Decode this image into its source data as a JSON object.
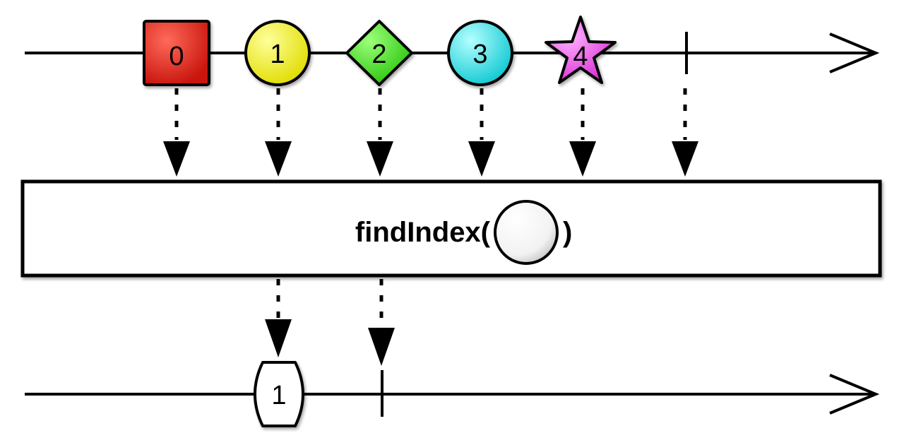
{
  "input_stream": {
    "items": [
      {
        "label": "0",
        "shape": "square",
        "color": "#e8271c"
      },
      {
        "label": "1",
        "shape": "circle",
        "color": "#f5f21c"
      },
      {
        "label": "2",
        "shape": "diamond",
        "color": "#3fe01a"
      },
      {
        "label": "3",
        "shape": "circle",
        "color": "#2ce8ee"
      },
      {
        "label": "4",
        "shape": "star",
        "color": "#ee5cec"
      }
    ],
    "completes": true
  },
  "operator": {
    "name_prefix": "findIndex(",
    "name_suffix": ")",
    "predicate_icon": "circle-placeholder-icon"
  },
  "output_stream": {
    "items": [
      {
        "label": "1",
        "shape": "rounded-box",
        "color": "#ffffff"
      }
    ],
    "completes": true
  }
}
